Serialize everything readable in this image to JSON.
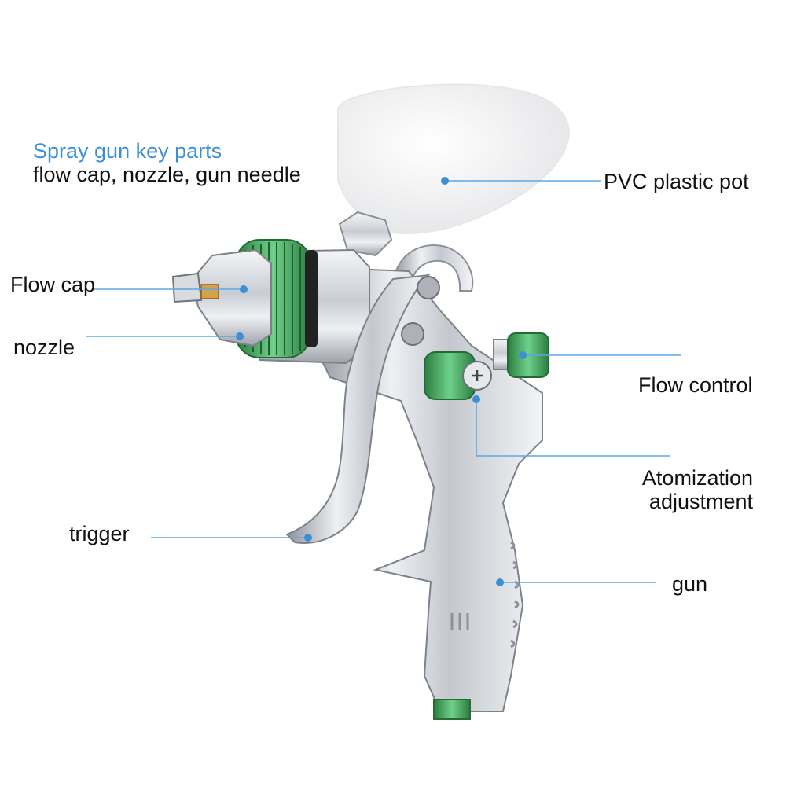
{
  "diagram": {
    "heading": {
      "title": "Spray gun key parts",
      "subtitle": "flow cap, nozzle, gun needle"
    },
    "callouts": {
      "pot": "PVC plastic pot",
      "flow_cap": "Flow cap",
      "nozzle": "nozzle",
      "flow_control": "Flow control",
      "atomization_line1": "Atomization",
      "atomization_line2": "adjustment",
      "trigger": "trigger",
      "gun": "gun"
    },
    "colors": {
      "accent": "#3a8fd6",
      "leader_line": "#5aa8e6",
      "green_knob": "#3fa35a",
      "chrome": "#c8ccd2"
    }
  }
}
